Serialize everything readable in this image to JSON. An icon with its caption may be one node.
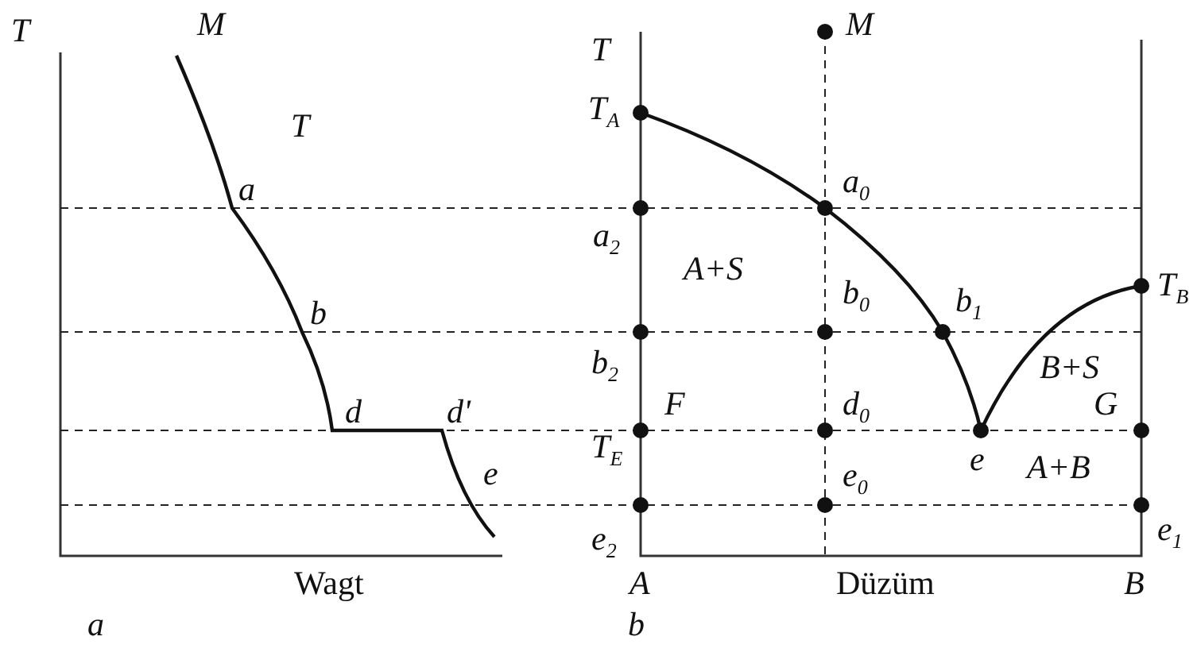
{
  "diagram": {
    "labels": [
      "T",
      "M",
      "T",
      "M",
      "T",
      "T$_{A}$",
      "a",
      "a$_{0}$",
      "a$_{2}$",
      "A+S",
      "b",
      "b$_{0}$",
      "T$_{B}$",
      "b$_{1}$",
      "b$_{2}$",
      "B+S",
      "d",
      "d'",
      "F",
      "d$_{0}$",
      "G",
      "e",
      "T$_{E}$",
      "e$_{0}$",
      "e",
      "A+B",
      "e$_{2}$",
      "e$_{1}$",
      "Wagt",
      "A",
      "Düzüm",
      "B",
      "a",
      "b"
    ]
  }
}
